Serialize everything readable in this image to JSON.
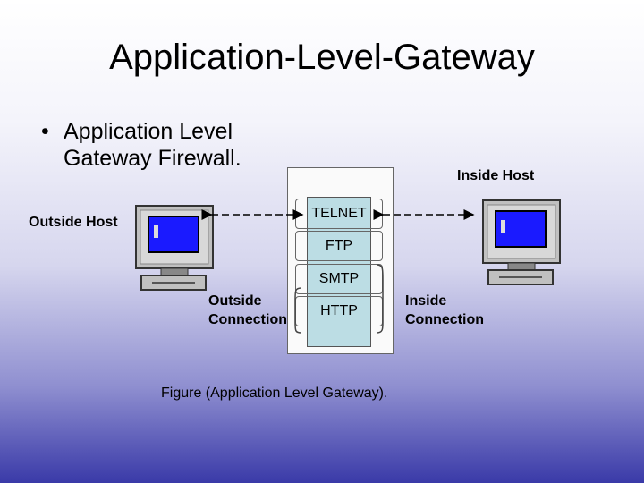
{
  "title": "Application-Level-Gateway",
  "bullet": {
    "marker": "•",
    "text": "Application Level Gateway Firewall."
  },
  "labels": {
    "outside_host": "Outside Host",
    "inside_host": "Inside Host",
    "outside_connection_1": "Outside",
    "outside_connection_2": "Connection",
    "inside_connection_1": "Inside",
    "inside_connection_2": "Connection"
  },
  "protocols": [
    "TELNET",
    "FTP",
    "SMTP",
    "HTTP"
  ],
  "caption": "Figure (Application Level Gateway).",
  "colors": {
    "screen": "#1a1aff",
    "gateway_inner": "#bcdde4",
    "background_bottom": "#3a3aa8"
  },
  "icons": [
    "computer-icon",
    "computer-icon"
  ]
}
